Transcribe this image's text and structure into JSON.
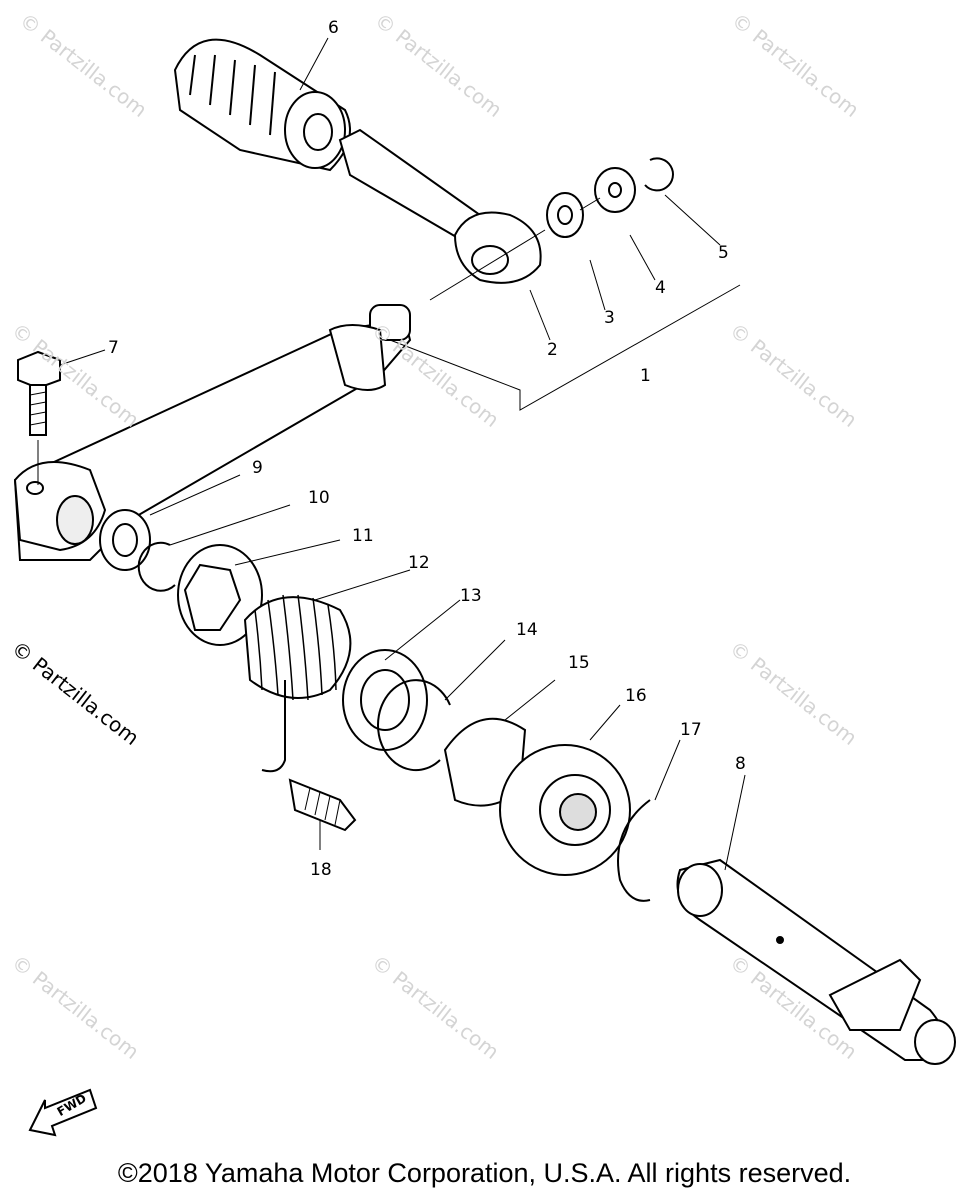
{
  "watermark": "© Partzilla.com",
  "callouts": [
    "1",
    "2",
    "3",
    "4",
    "5",
    "6",
    "7",
    "8",
    "9",
    "10",
    "11",
    "12",
    "13",
    "14",
    "15",
    "16",
    "17",
    "18"
  ],
  "fwd_label": "FWD",
  "copyright": "©2018 Yamaha Motor Corporation, U.S.A. All rights reserved."
}
